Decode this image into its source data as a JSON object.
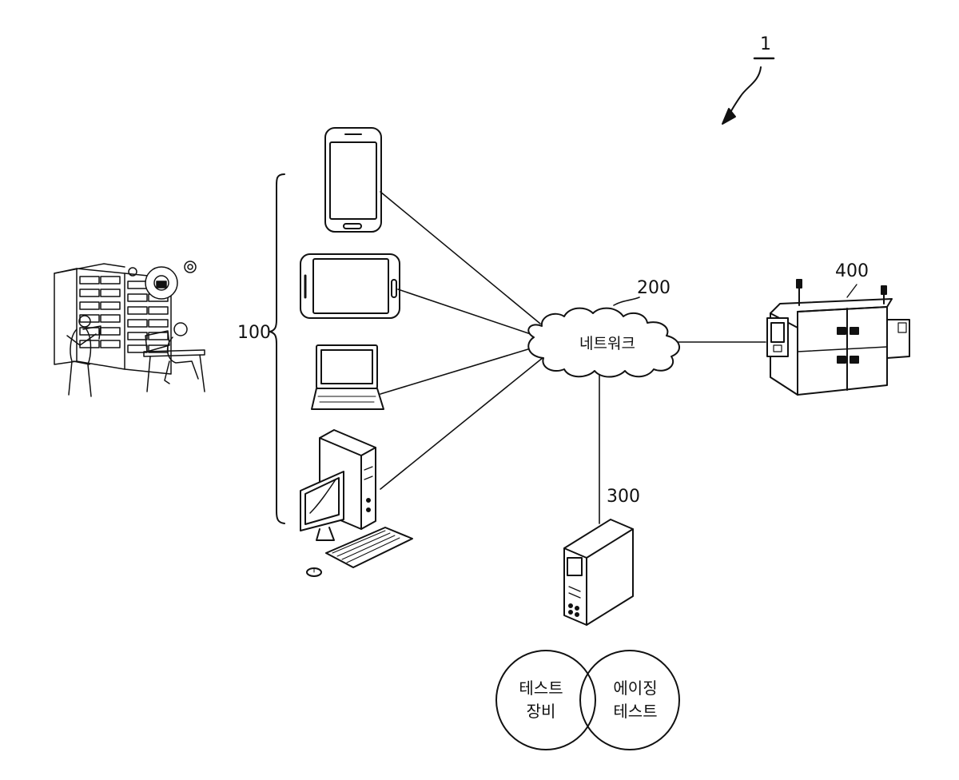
{
  "figure_ref": "1",
  "labels": {
    "clients": "100",
    "network_ref": "200",
    "server_ref": "300",
    "chamber_ref": "400"
  },
  "network": {
    "text": "네트워크"
  },
  "venn": {
    "left": {
      "line1": "테스트",
      "line2": "장비"
    },
    "right": {
      "line1": "에이징",
      "line2": "테스트"
    }
  }
}
